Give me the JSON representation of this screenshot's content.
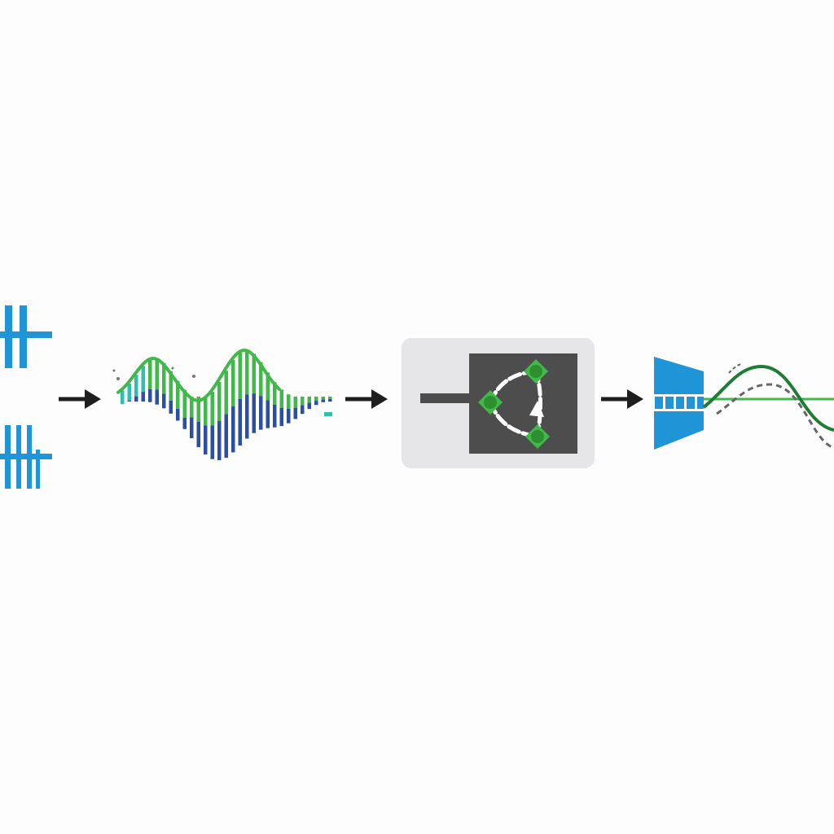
{
  "diagram": {
    "stages": [
      {
        "id": "raw-signal",
        "icon": "pulse-bars-icon"
      },
      {
        "id": "waveform",
        "icon": "sampled-wave-icon"
      },
      {
        "id": "processor",
        "icon": "node-graph-icon"
      },
      {
        "id": "output",
        "icon": "filter-output-icon"
      }
    ],
    "connectors": [
      "arrow-right",
      "arrow-right",
      "arrow-right"
    ]
  },
  "colors": {
    "background": "#fdfdfd",
    "blue": "#1f94d6",
    "navy": "#2c4ea3",
    "green": "#41b94a",
    "teal": "#2fbfb0",
    "dark_green": "#1e7d35",
    "box_bg": "#e6e6e8",
    "panel": "#4d4d4d",
    "arrow": "#1e1e1e"
  }
}
